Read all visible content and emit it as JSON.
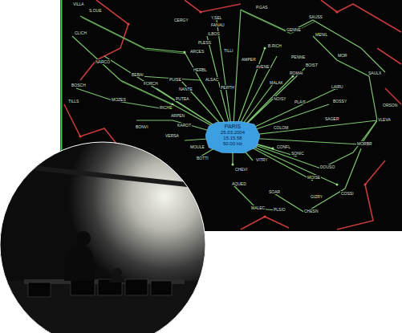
{
  "diagram": {
    "nodes": [
      {
        "text": [
          "PARIS",
          "25.03.2004",
          "15.15.58",
          "50.00 Hz"
        ]
      }
    ],
    "labels": [
      "P.GAS",
      "S.OUE",
      "VILLA",
      "CERGY",
      "Y.SEL",
      "FANAU",
      "SAUSS",
      "GENNE",
      "MENIL",
      "CLICH",
      "ILBOS",
      "PLESS",
      "ARCES",
      "TILLI",
      "B.RICH",
      "AVENE",
      "ROMAI",
      "PENNE",
      "BOIST",
      "MOR",
      "AMPER",
      "NARCO",
      "HERBL",
      "PUISE",
      "ALSAC",
      "NANTE",
      "PERTH",
      "FORCH",
      "BEBAI",
      "SAULX",
      "VLEVA",
      "ORSON",
      "MALAK",
      "BOSCH",
      "TILLS",
      "MOZES",
      "RICHE",
      "ARPEN",
      "PUTEA",
      "NOISY",
      "KAROT",
      "LAIRU",
      "BOSSY",
      "SAGER",
      "PLAIS",
      "VERSA",
      "MOULE",
      "BOTTI",
      "CHEVI",
      "VITRY",
      "COLOM",
      "CONFL",
      "SONIC",
      "MORBR",
      "AQUED",
      "SOAR",
      "MALEC",
      "PLSIO",
      "CHESN",
      "COSSI",
      "MOISE",
      "GIZRY",
      "DOUSO",
      "BONVI"
    ]
  }
}
